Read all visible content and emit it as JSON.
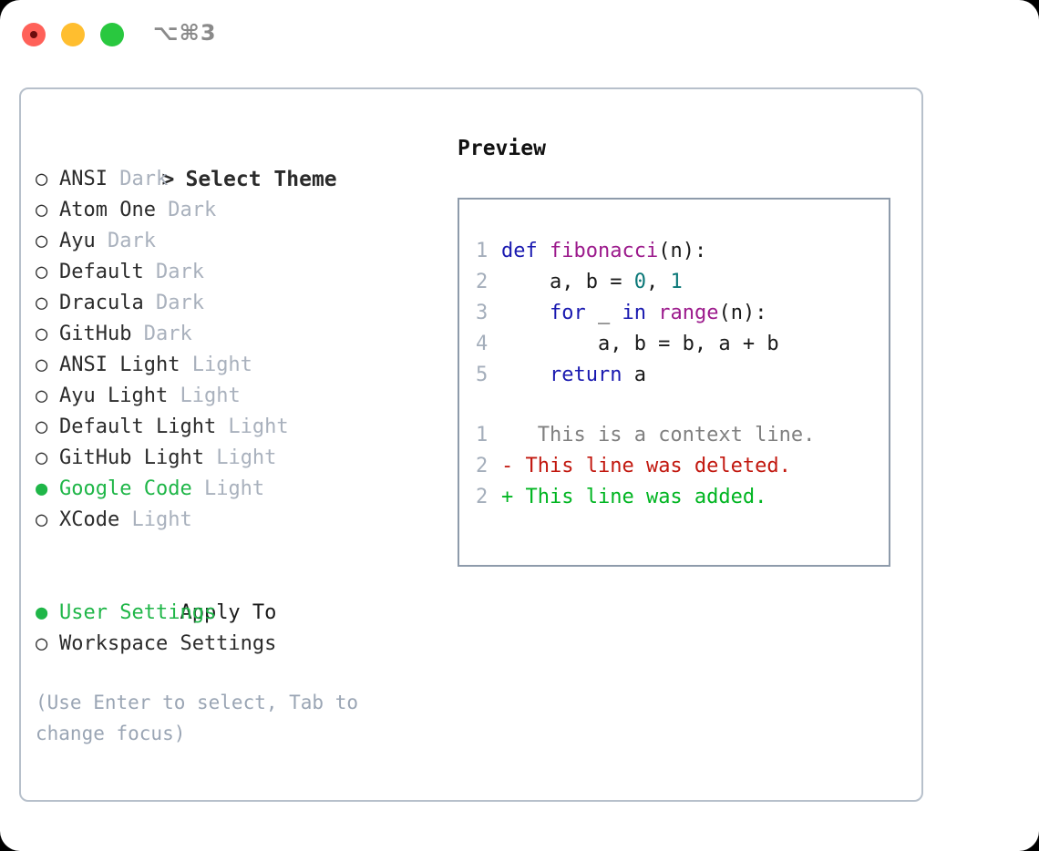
{
  "window": {
    "shortcut": "⌥⌘3",
    "traffic_lights": [
      {
        "name": "close-button",
        "color": "#ff6159"
      },
      {
        "name": "minimize-button",
        "color": "#ffbe2f"
      },
      {
        "name": "maximize-button",
        "color": "#29c83f"
      }
    ]
  },
  "theme_picker": {
    "header_marker": ">",
    "header": "Select Theme",
    "unselected_marker": "○",
    "selected_marker": "●",
    "items": [
      {
        "marker": "○",
        "label": "ANSI",
        "suffix": "Dark",
        "selected": false
      },
      {
        "marker": "○",
        "label": "Atom One",
        "suffix": "Dark",
        "selected": false
      },
      {
        "marker": "○",
        "label": "Ayu",
        "suffix": "Dark",
        "selected": false
      },
      {
        "marker": "○",
        "label": "Default",
        "suffix": "Dark",
        "selected": false
      },
      {
        "marker": "○",
        "label": "Dracula",
        "suffix": "Dark",
        "selected": false
      },
      {
        "marker": "○",
        "label": "GitHub",
        "suffix": "Dark",
        "selected": false
      },
      {
        "marker": "○",
        "label": "ANSI Light",
        "suffix": "Light",
        "selected": false
      },
      {
        "marker": "○",
        "label": "Ayu Light",
        "suffix": "Light",
        "selected": false
      },
      {
        "marker": "○",
        "label": "Default Light",
        "suffix": "Light",
        "selected": false
      },
      {
        "marker": "○",
        "label": "GitHub Light",
        "suffix": "Light",
        "selected": false
      },
      {
        "marker": "●",
        "label": "Google Code",
        "suffix": "Light",
        "selected": true
      },
      {
        "marker": "○",
        "label": "XCode",
        "suffix": "Light",
        "selected": false
      }
    ]
  },
  "apply_to": {
    "header": "Apply To",
    "options": [
      {
        "marker": "●",
        "label": "User Settings",
        "selected": true
      },
      {
        "marker": "○",
        "label": "Workspace Settings",
        "selected": false
      }
    ]
  },
  "hint": "(Use Enter to select, Tab to change focus)",
  "preview": {
    "title": "Preview",
    "code_lines": [
      {
        "number": "1",
        "tokens": [
          {
            "text": "def ",
            "type": "kw"
          },
          {
            "text": "fibonacci",
            "type": "fn"
          },
          {
            "text": "(n):",
            "type": "pl"
          }
        ]
      },
      {
        "number": "2",
        "tokens": [
          {
            "text": "    a, b = ",
            "type": "pl"
          },
          {
            "text": "0",
            "type": "num"
          },
          {
            "text": ", ",
            "type": "pl"
          },
          {
            "text": "1",
            "type": "num"
          }
        ]
      },
      {
        "number": "3",
        "tokens": [
          {
            "text": "    ",
            "type": "pl"
          },
          {
            "text": "for",
            "type": "kw"
          },
          {
            "text": " _ ",
            "type": "pl"
          },
          {
            "text": "in",
            "type": "kw"
          },
          {
            "text": " ",
            "type": "pl"
          },
          {
            "text": "range",
            "type": "fn"
          },
          {
            "text": "(n):",
            "type": "pl"
          }
        ]
      },
      {
        "number": "4",
        "tokens": [
          {
            "text": "        a, b = b, a + b",
            "type": "pl"
          }
        ]
      },
      {
        "number": "5",
        "tokens": [
          {
            "text": "    ",
            "type": "pl"
          },
          {
            "text": "return",
            "type": "kw"
          },
          {
            "text": " a",
            "type": "pl"
          }
        ]
      }
    ],
    "diff_lines": [
      {
        "number": "1",
        "marker": " ",
        "text": "  This is a context line.",
        "kind": "ctx"
      },
      {
        "number": "2",
        "marker": "-",
        "text": " This line was deleted.",
        "kind": "del"
      },
      {
        "number": "2",
        "marker": "+",
        "text": " This line was added.",
        "kind": "add"
      }
    ]
  },
  "colors": {
    "accent_green": "#1fb648",
    "muted": "#a9b1bd",
    "hint": "#9aa5b4",
    "border_outer": "#b7c0cb",
    "border_preview": "#8e9bab",
    "keyword": "#1919b0",
    "function": "#9c1a8c",
    "number": "#0b7878",
    "diff_context": "#808080",
    "diff_delete": "#c2180f",
    "diff_add": "#00b521"
  }
}
